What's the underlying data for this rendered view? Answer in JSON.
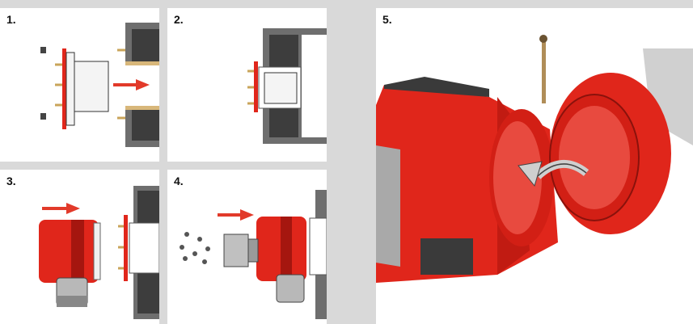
{
  "steps": [
    {
      "label": "1."
    },
    {
      "label": "2."
    },
    {
      "label": "3."
    },
    {
      "label": "4."
    },
    {
      "label": "5."
    }
  ],
  "colors": {
    "background": "#d9d9d9",
    "panel": "#ffffff",
    "burner_red": "#e0261b",
    "burner_dark_red": "#a5160f",
    "arrow_red": "#e23a2a",
    "wall_gray": "#6e6e6e",
    "insulation": "#3d3d3d",
    "brass": "#c9a45a",
    "dark_panel": "#3a3a3a",
    "light_gray": "#b8b8b8"
  },
  "icons": [
    "arrow-icon",
    "rotate-arrow-icon"
  ]
}
